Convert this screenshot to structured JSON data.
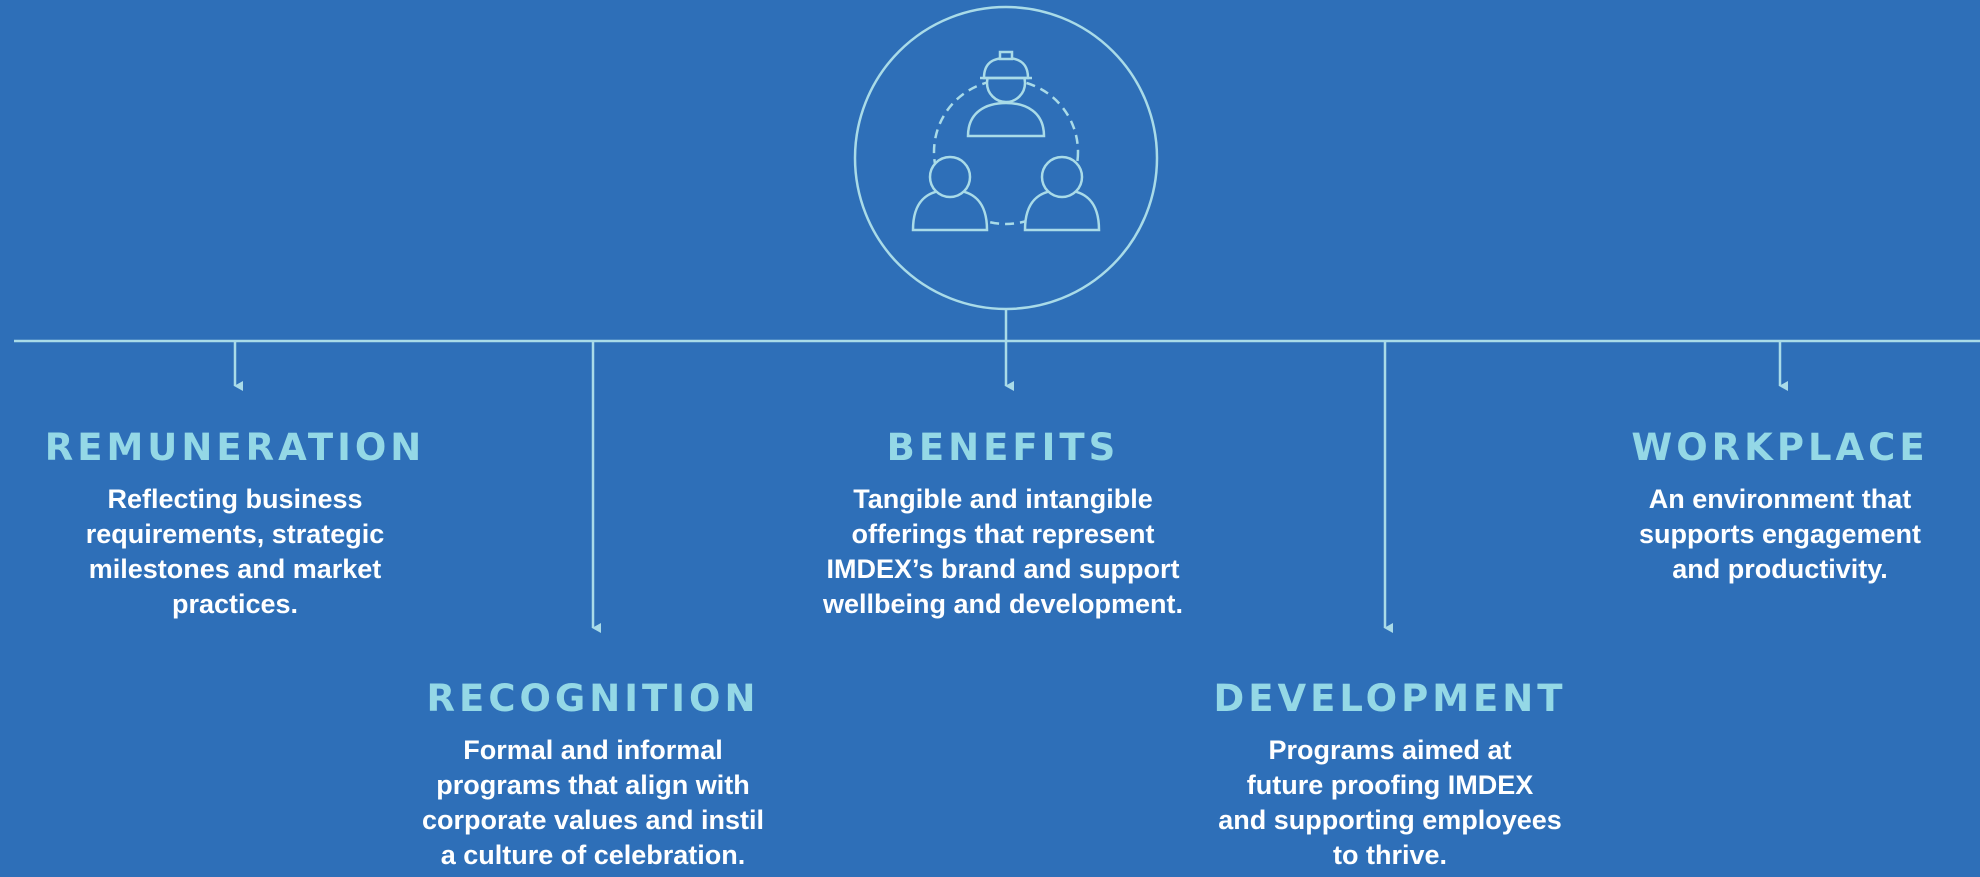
{
  "icon": "team-people-icon",
  "colors": {
    "background": "#2e6fb8",
    "line": "#a9dbe8",
    "heading": "#94d8e6",
    "text": "#ffffff"
  },
  "pillars": [
    {
      "heading": "REMUNERATION",
      "lines": [
        "Reflecting business",
        "requirements, strategic",
        "milestones and market",
        "practices."
      ]
    },
    {
      "heading": "RECOGNITION",
      "lines": [
        "Formal and informal",
        "programs that align with",
        "corporate values and instil",
        "a culture of celebration."
      ]
    },
    {
      "heading": "BENEFITS",
      "lines": [
        "Tangible and intangible",
        "offerings that represent",
        "IMDEX’s brand and support",
        "wellbeing and development."
      ]
    },
    {
      "heading": "DEVELOPMENT",
      "lines": [
        "Programs aimed at",
        "future proofing IMDEX",
        "and supporting employees",
        "to thrive."
      ]
    },
    {
      "heading": "WORKPLACE",
      "lines": [
        "An environment that",
        "supports engagement",
        "and productivity."
      ]
    }
  ]
}
